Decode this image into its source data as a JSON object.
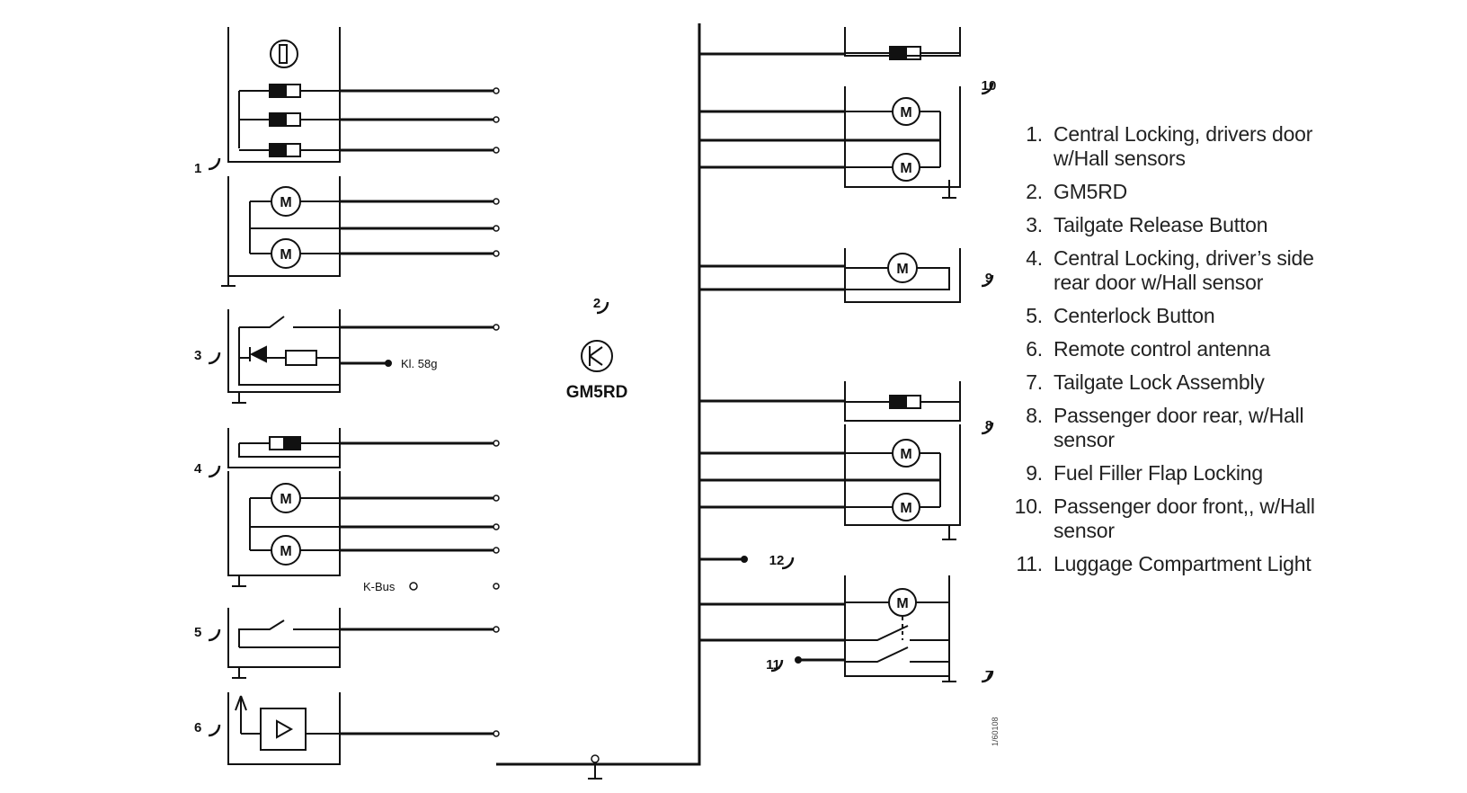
{
  "callouts": {
    "c1": "1",
    "c2": "2",
    "c3": "3",
    "c4": "4",
    "c5": "5",
    "c6": "6",
    "c7": "7",
    "c8": "8",
    "c9": "9",
    "c10": "10",
    "c11": "11",
    "c12": "12"
  },
  "module": {
    "name": "GM5RD"
  },
  "labels": {
    "kl58g": "Kl. 58g",
    "kbus": "K-Bus",
    "motor": "M",
    "figure_code": "1/60108"
  },
  "legend": [
    {
      "num": "1.",
      "lines": [
        "Central Locking, drivers door",
        "w/Hall sensors"
      ]
    },
    {
      "num": "2.",
      "lines": [
        "GM5RD"
      ]
    },
    {
      "num": "3.",
      "lines": [
        "Tailgate Release Button"
      ]
    },
    {
      "num": "4.",
      "lines": [
        "Central Locking, driver’s side",
        "rear door w/Hall sensor"
      ]
    },
    {
      "num": "5.",
      "lines": [
        "Centerlock Button"
      ]
    },
    {
      "num": "6.",
      "lines": [
        "Remote control antenna"
      ]
    },
    {
      "num": "7.",
      "lines": [
        "Tailgate Lock Assembly"
      ]
    },
    {
      "num": "8.",
      "lines": [
        "Passenger door rear, w/Hall",
        "sensor"
      ]
    },
    {
      "num": "9.",
      "lines": [
        "Fuel Filler Flap Locking"
      ]
    },
    {
      "num": "10.",
      "lines": [
        "Passenger door front,, w/Hall",
        "sensor"
      ]
    },
    {
      "num": "11.",
      "lines": [
        "Luggage Compartment Light"
      ]
    }
  ]
}
